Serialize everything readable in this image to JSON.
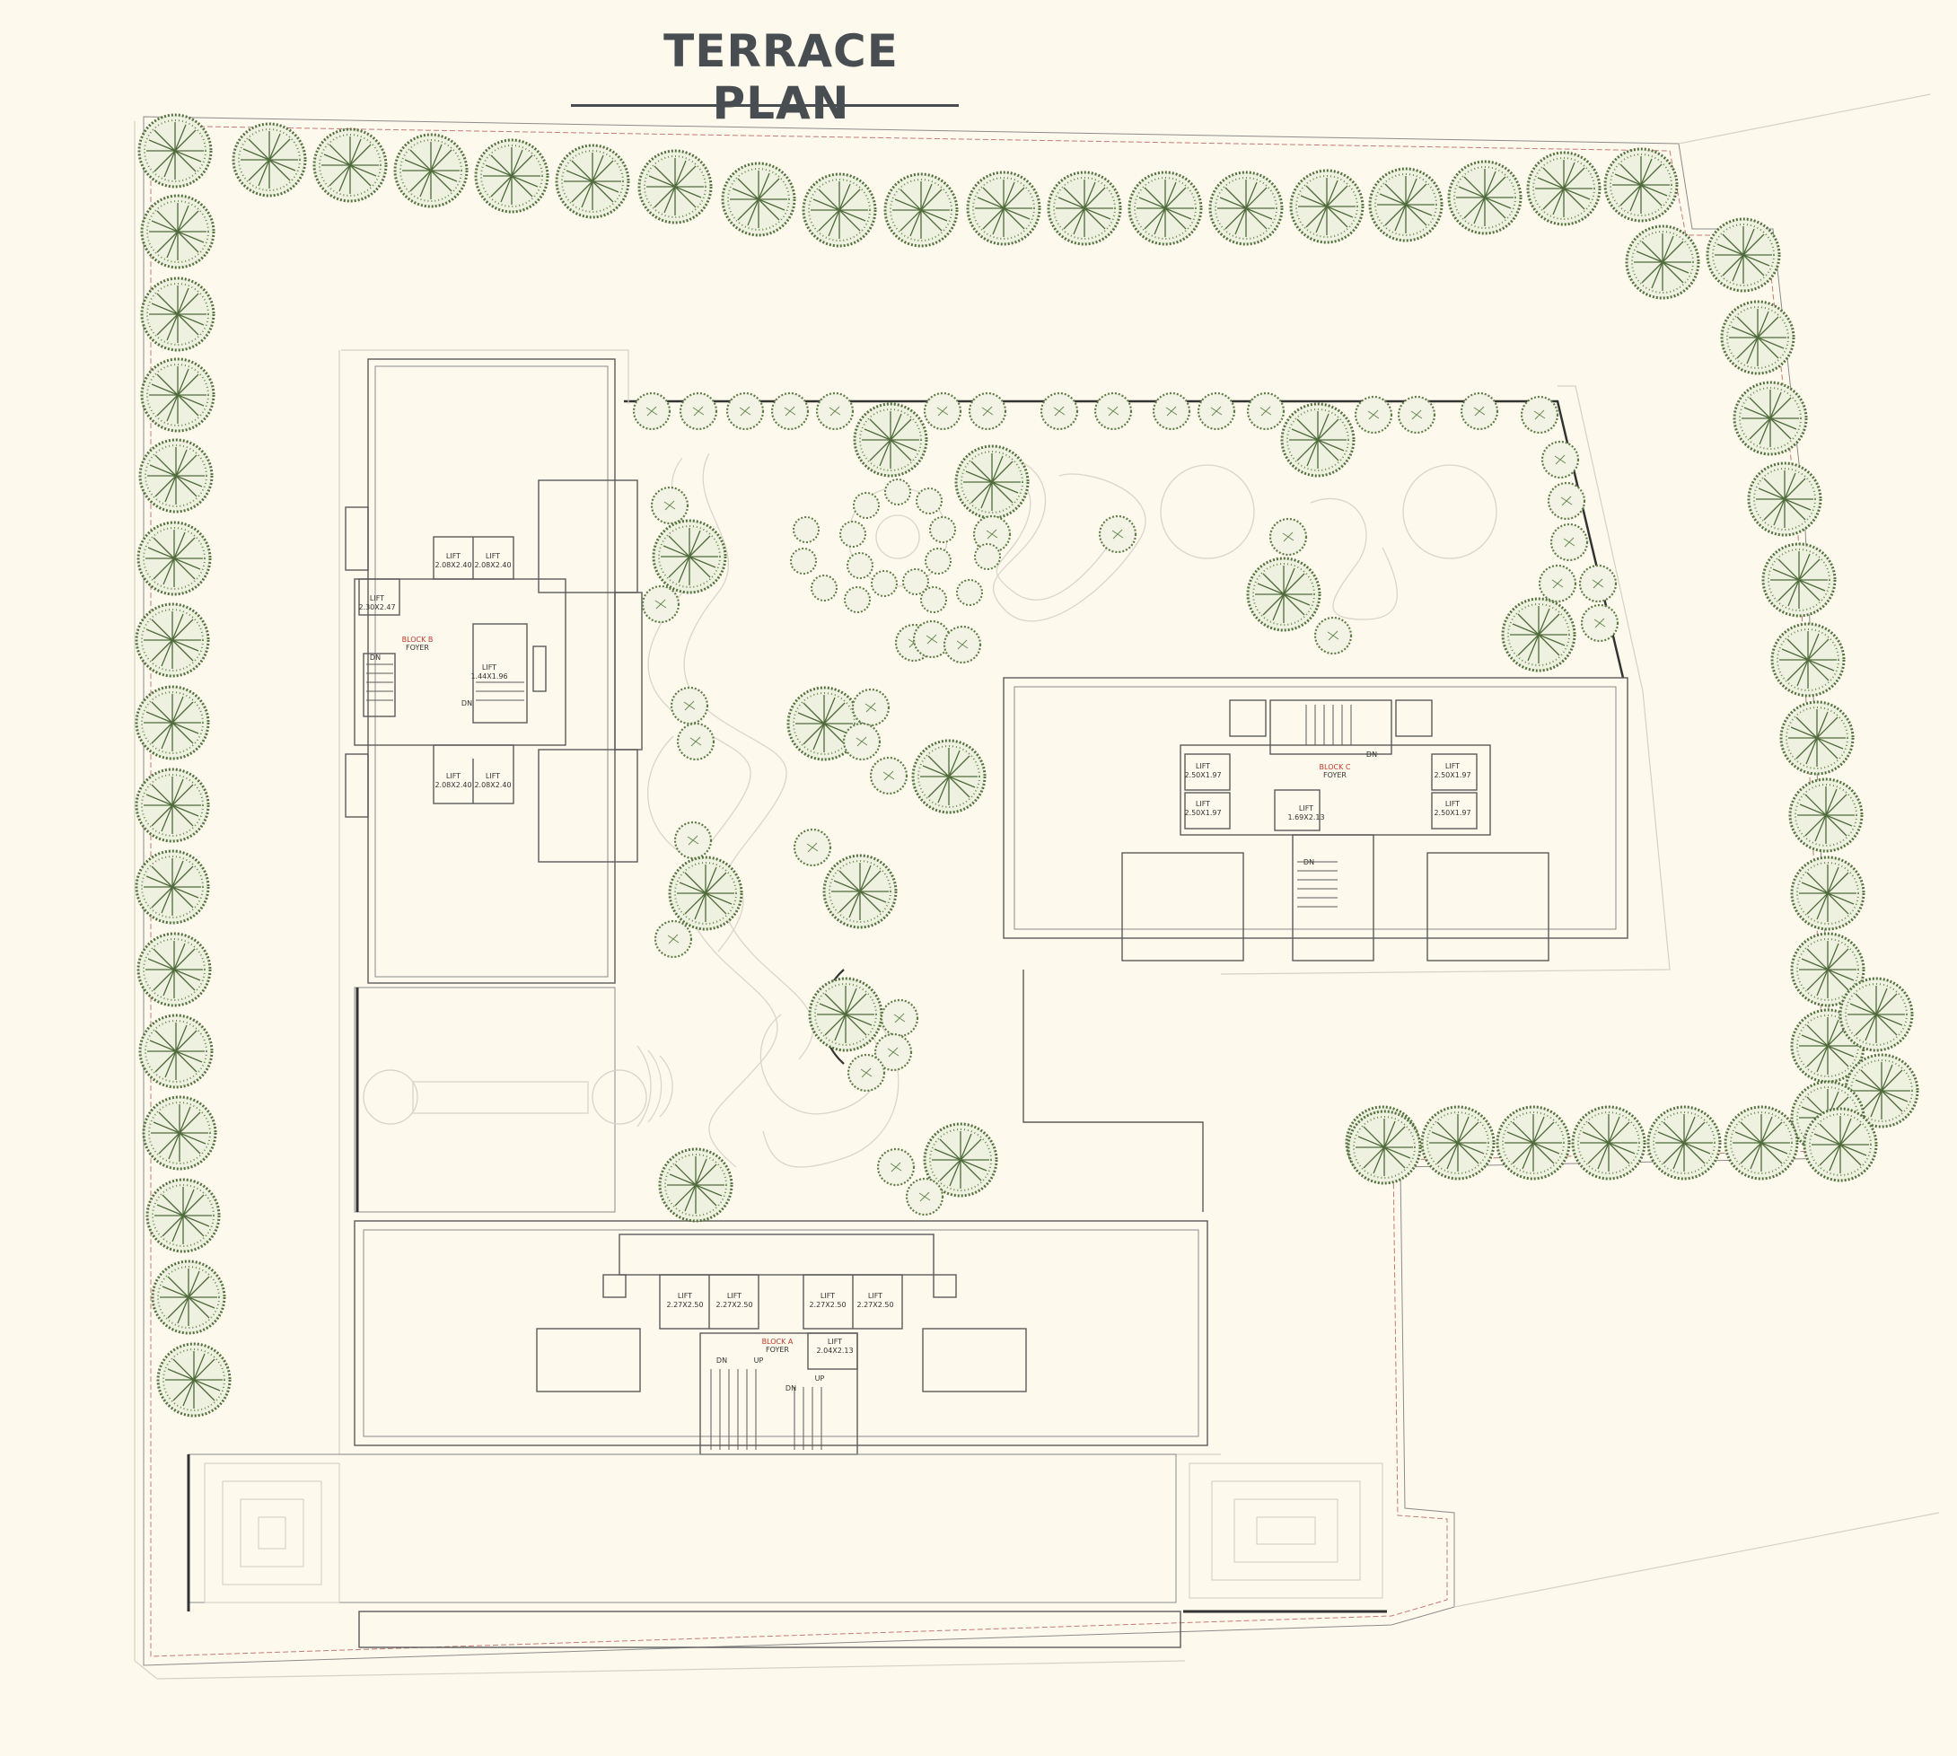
{
  "title": "TERRACE PLAN",
  "colors": {
    "background": "#fdf9ec",
    "title": "#474d51",
    "tree_fill": "#eef1df",
    "tree_stroke": "#55713f",
    "line": "#5b5b5b",
    "block_label": "#c0392b"
  },
  "blocks": {
    "a": {
      "name": "BLOCK A",
      "foyer": "FOYER",
      "lifts": [
        {
          "label": "LIFT",
          "size": "2.27X2.50"
        },
        {
          "label": "LIFT",
          "size": "2.27X2.50"
        },
        {
          "label": "LIFT",
          "size": "2.27X2.50"
        },
        {
          "label": "LIFT",
          "size": "2.27X2.50"
        },
        {
          "label": "LIFT",
          "size": "2.04X2.13"
        }
      ],
      "stairs": [
        "DN",
        "UP",
        "DN",
        "UP"
      ]
    },
    "b": {
      "name": "BLOCK B",
      "foyer": "FOYER",
      "lifts": [
        {
          "label": "LIFT",
          "size": "2.08X2.40"
        },
        {
          "label": "LIFT",
          "size": "2.08X2.40"
        },
        {
          "label": "LIFT",
          "size": "2.30X2.47"
        },
        {
          "label": "LIFT",
          "size": "1.44X1.96"
        },
        {
          "label": "LIFT",
          "size": "2.08X2.40"
        },
        {
          "label": "LIFT",
          "size": "2.08X2.40"
        }
      ],
      "stairs": [
        "DN",
        "DN"
      ]
    },
    "c": {
      "name": "BLOCK C",
      "foyer": "FOYER",
      "lifts": [
        {
          "label": "LIFT",
          "size": "2.50X1.97"
        },
        {
          "label": "LIFT",
          "size": "2.50X1.97"
        },
        {
          "label": "LIFT",
          "size": "2.50X1.97"
        },
        {
          "label": "LIFT",
          "size": "2.50X1.97"
        },
        {
          "label": "LIFT",
          "size": "1.69X2.13"
        }
      ],
      "stairs": [
        "DN",
        "DN"
      ]
    }
  },
  "icons": {
    "tree": "tree-icon"
  }
}
